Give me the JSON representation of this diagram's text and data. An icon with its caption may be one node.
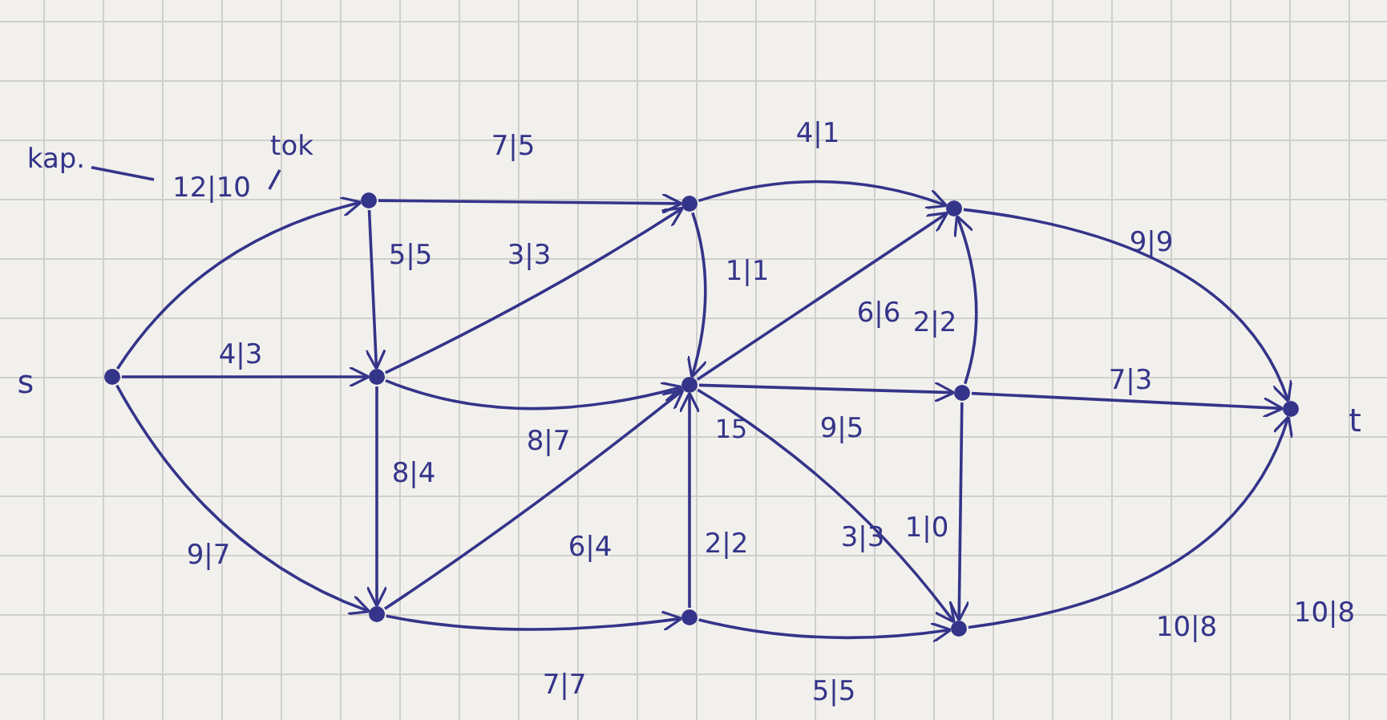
{
  "diagram": {
    "nodes": [
      {
        "text": [],
        "shape": "circle",
        "beside": [
          "s"
        ]
      },
      {
        "text": [],
        "shape": "circle"
      },
      {
        "text": [],
        "shape": "circle"
      },
      {
        "text": [],
        "shape": "circle"
      },
      {
        "text": [],
        "shape": "circle"
      },
      {
        "text": [],
        "shape": "circle",
        "beside": [
          "15"
        ]
      },
      {
        "text": [],
        "shape": "circle"
      },
      {
        "text": [],
        "shape": "circle"
      },
      {
        "text": [],
        "shape": "circle"
      },
      {
        "text": [],
        "shape": "circle"
      },
      {
        "text": [],
        "shape": "circle",
        "beside": [
          "t"
        ]
      },
      {
        "text": [
          "kap."
        ]
      },
      {
        "text": [
          "tok"
        ]
      }
    ],
    "edges": [
      {
        "from": 0,
        "to": 1,
        "arrow": "to",
        "label": "12|10"
      },
      {
        "from": 0,
        "to": 2,
        "arrow": "to",
        "label": "4|3"
      },
      {
        "from": 0,
        "to": 3,
        "arrow": "to",
        "label": "9|7"
      },
      {
        "from": 1,
        "to": 2,
        "arrow": "to",
        "label": "5|5"
      },
      {
        "from": 1,
        "to": 4,
        "arrow": "to",
        "label": "7|5"
      },
      {
        "from": 2,
        "to": 4,
        "arrow": "to",
        "label": "3|3"
      },
      {
        "from": 2,
        "to": 3,
        "arrow": "to",
        "label": "8|4"
      },
      {
        "from": 2,
        "to": 5,
        "arrow": "to",
        "label": "8|7"
      },
      {
        "from": 3,
        "to": 5,
        "arrow": "to",
        "label": "6|4"
      },
      {
        "from": 3,
        "to": 6,
        "arrow": "to",
        "label": "7|7"
      },
      {
        "from": 4,
        "to": 5,
        "arrow": "to",
        "label": "1|1"
      },
      {
        "from": 4,
        "to": 7,
        "arrow": "to",
        "label": "4|1"
      },
      {
        "from": 5,
        "to": 7,
        "arrow": "to",
        "label": "6|6"
      },
      {
        "from": 8,
        "to": 7,
        "arrow": "to",
        "label": "2|2"
      },
      {
        "from": 5,
        "to": 8,
        "arrow": "to",
        "label": "9|5"
      },
      {
        "from": 8,
        "to": 10,
        "arrow": "to",
        "label": "7|3"
      },
      {
        "from": 8,
        "to": 9,
        "arrow": "to",
        "label": "1|0"
      },
      {
        "from": 5,
        "to": 9,
        "arrow": "to",
        "label": "3|3"
      },
      {
        "from": 6,
        "to": 5,
        "arrow": "to",
        "label": "2|2"
      },
      {
        "from": 6,
        "to": 9,
        "arrow": "to",
        "label": "5|5"
      },
      {
        "from": 7,
        "to": 10,
        "arrow": "to",
        "label": "9|9"
      },
      {
        "from": 9,
        "to": 10,
        "arrow": "to",
        "label": "10|8"
      },
      {
        "from": 11,
        "to": null,
        "arrow": "none"
      },
      {
        "from": 12,
        "to": null,
        "arrow": "none"
      }
    ],
    "labels": [
      "10|8"
    ]
  }
}
